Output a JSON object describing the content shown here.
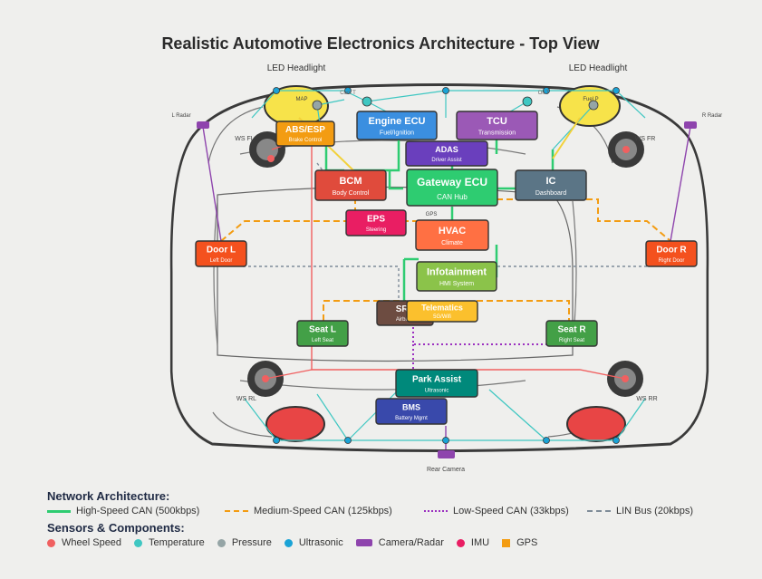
{
  "title": "Realistic Automotive Electronics Architecture - Top View",
  "labels": {
    "led_headlight_left": "LED Headlight",
    "led_headlight_right": "LED Headlight",
    "map": "MAP",
    "fuel_p": "Fuel P",
    "l_radar": "L Radar",
    "r_radar": "R Radar",
    "ws_fl": "WS FL",
    "ws_fr": "WS FR",
    "ws_rl": "WS RL",
    "ws_rr": "WS RR",
    "gps": "GPS",
    "rear_camera": "Rear Camera",
    "cool": "Cool T",
    "oil": "Oil T"
  },
  "ecus": {
    "abs": {
      "name": "ABS/ESP",
      "sub": "Brake Control",
      "color": "#f39c12"
    },
    "engine": {
      "name": "Engine ECU",
      "sub": "Fuel/Ignition",
      "color": "#3b8fe0"
    },
    "tcu": {
      "name": "TCU",
      "sub": "Transmission",
      "color": "#9b59b6"
    },
    "adas": {
      "name": "ADAS",
      "sub": "Driver Assist",
      "color": "#6a3fbd"
    },
    "bcm": {
      "name": "BCM",
      "sub": "Body Control",
      "color": "#e04b3c"
    },
    "gateway": {
      "name": "Gateway ECU",
      "sub": "CAN Hub",
      "color": "#2ecc71"
    },
    "ic": {
      "name": "IC",
      "sub": "Dashboard",
      "color": "#5b7586"
    },
    "eps": {
      "name": "EPS",
      "sub": "Steering",
      "color": "#e91e63"
    },
    "hvac": {
      "name": "HVAC",
      "sub": "Climate",
      "color": "#ff7043"
    },
    "door_l": {
      "name": "Door L",
      "sub": "Left Door",
      "color": "#f4511e"
    },
    "door_r": {
      "name": "Door R",
      "sub": "Right Door",
      "color": "#f4511e"
    },
    "infotainment": {
      "name": "Infotainment",
      "sub": "HMI System",
      "color": "#8bc34a"
    },
    "srs": {
      "name": "SRS",
      "sub": "Airbags",
      "color": "#6d4c41"
    },
    "telematics": {
      "name": "Telematics",
      "sub": "5G/Wifi",
      "color": "#fbc02d"
    },
    "seat_l": {
      "name": "Seat L",
      "sub": "Left Seat",
      "color": "#43a047"
    },
    "seat_r": {
      "name": "Seat R",
      "sub": "Right Seat",
      "color": "#43a047"
    },
    "park": {
      "name": "Park Assist",
      "sub": "Ultrasonic",
      "color": "#00897b"
    },
    "bms": {
      "name": "BMS",
      "sub": "Battery Mgmt",
      "color": "#3949ab"
    }
  },
  "legend": {
    "network_title": "Network Architecture:",
    "networks": [
      {
        "label": "High-Speed CAN (500kbps)",
        "color": "#2ecc71",
        "style": "solid"
      },
      {
        "label": "Medium-Speed CAN (125kbps)",
        "color": "#f39c12",
        "style": "dashed"
      },
      {
        "label": "Low-Speed CAN (33kbps)",
        "color": "#9b30c0",
        "style": "dotted"
      },
      {
        "label": "LIN Bus (20kbps)",
        "color": "#7f8c99",
        "style": "dashed"
      }
    ],
    "sensors_title": "Sensors & Components:",
    "sensors": [
      {
        "label": "Wheel Speed",
        "color": "#f06060",
        "shape": "dot"
      },
      {
        "label": "Temperature",
        "color": "#3fc7c2",
        "shape": "dot"
      },
      {
        "label": "Pressure",
        "color": "#95a5a6",
        "shape": "dot"
      },
      {
        "label": "Ultrasonic",
        "color": "#1aa3d6",
        "shape": "dot"
      },
      {
        "label": "Camera/Radar",
        "color": "#8e44ad",
        "shape": "rect"
      },
      {
        "label": "IMU",
        "color": "#e91e63",
        "shape": "dot"
      },
      {
        "label": "GPS",
        "color": "#f39c12",
        "shape": "square"
      }
    ]
  }
}
